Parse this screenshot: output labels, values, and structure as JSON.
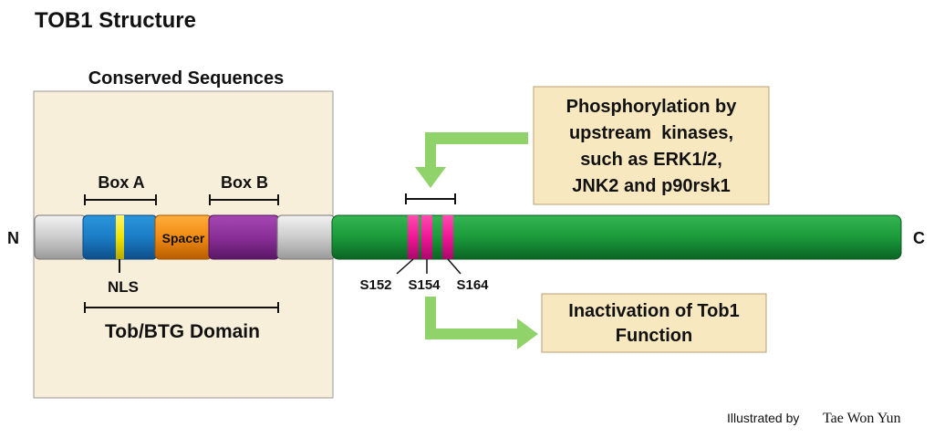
{
  "title": "TOB1 Structure",
  "conserved": {
    "heading": "Conserved Sequences",
    "domain_label": "Tob/BTG Domain"
  },
  "boxes": {
    "box_a": "Box A",
    "box_b": "Box B",
    "spacer": "Spacer",
    "nls": "NLS"
  },
  "termini": {
    "n": "N",
    "c": "C"
  },
  "sites": [
    "S152",
    "S154",
    "S164"
  ],
  "phosphorylation_note": [
    "Phosphorylation by",
    "upstream  kinases,",
    "such as ERK1/2,",
    "JNK2 and p90rsk1"
  ],
  "inactivation_note": [
    "Inactivation of Tob1",
    "Function"
  ],
  "credit": {
    "prefix": "Illustrated by",
    "name": "Tae Won Yun"
  },
  "colors": {
    "panel_fill": "#f7efd9",
    "note_fill": "#f7e8c0",
    "gray_segment": "#d4d4d4",
    "blue_segment": "#1e7fc7",
    "nls_band": "#f2e200",
    "spacer_segment": "#f08a12",
    "purple_segment": "#8a2f97",
    "green_segment": "#1a9a3a",
    "phospho_band": "#f01696",
    "arrow": "#8fd36a"
  }
}
